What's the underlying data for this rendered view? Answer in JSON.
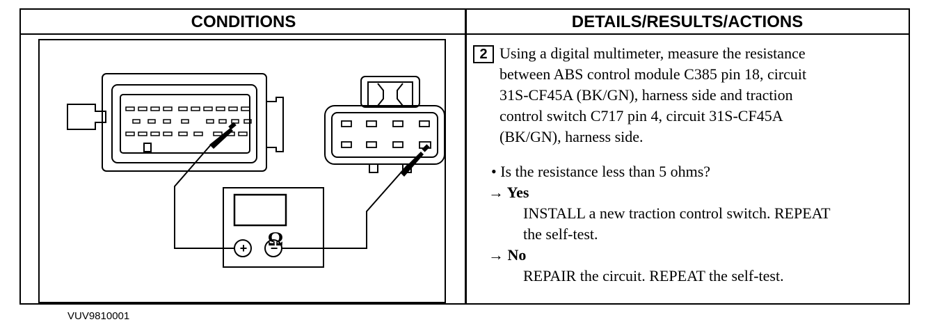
{
  "table": {
    "conditions_header": "CONDITIONS",
    "details_header": "DETAILS/RESULTS/ACTIONS"
  },
  "figure": {
    "id": "VUV9810001",
    "meter_symbol": "Ω",
    "plus": "+",
    "minus": "−",
    "icons": [
      "multimeter-icon",
      "connector-c385-icon",
      "connector-c717-icon"
    ]
  },
  "step": {
    "number": "2",
    "lines": [
      "Using a digital multimeter, measure the resistance",
      "between ABS control module C385 pin 18, circuit",
      "31S-CF45A (BK/GN), harness side and traction",
      "control switch C717 pin 4, circuit 31S-CF45A",
      "(BK/GN), harness side."
    ],
    "question": "• Is the resistance less than 5 ohms?",
    "yes_label": "→ Yes",
    "yes_action_lines": [
      "INSTALL a new traction control switch. REPEAT",
      "the self-test."
    ],
    "no_label": "→ No",
    "no_action": "REPAIR the circuit. REPEAT the self-test."
  }
}
